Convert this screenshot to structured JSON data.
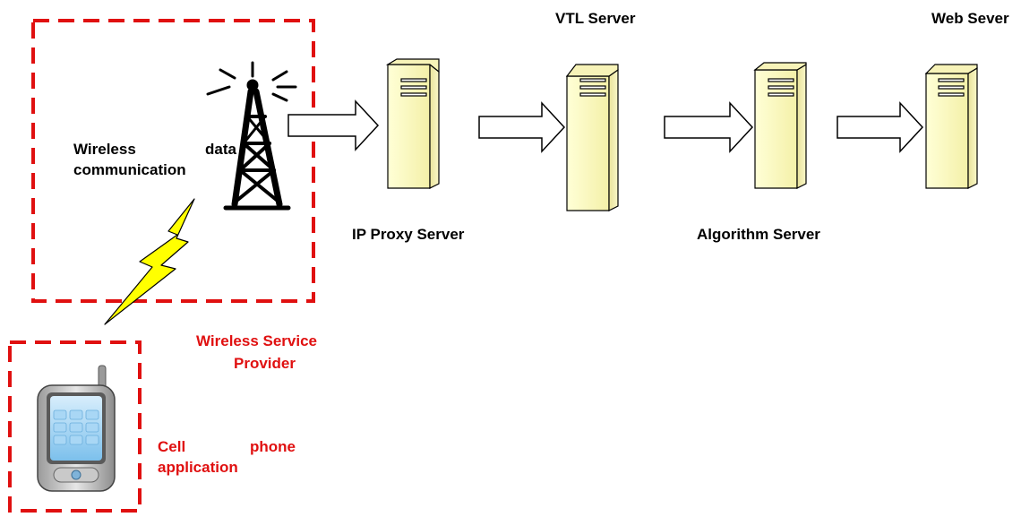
{
  "labels": {
    "vtl_server": "VTL Server",
    "web_server": "Web Sever",
    "ip_proxy_server": "IP Proxy Server",
    "algorithm_server": "Algorithm Server",
    "wireless_word1": "Wireless",
    "wireless_word2": "data",
    "wireless_line2": "communication",
    "provider_line1": "Wireless Service",
    "provider_line2": "Provider",
    "cell_word1": "Cell",
    "cell_word2": "phone",
    "cell_line2": "application"
  },
  "colors": {
    "dashed_box": "#e01010",
    "server_fill": "#ffffcc",
    "lightning": "#ffff00",
    "label_red": "#e01010"
  },
  "icons": [
    "radio-tower-icon",
    "server-icon",
    "arrow-right-icon",
    "lightning-icon",
    "cell-phone-icon"
  ]
}
